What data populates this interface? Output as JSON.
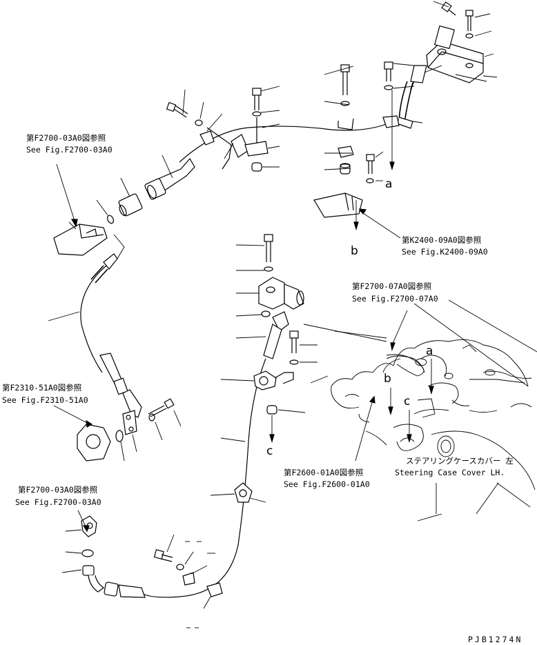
{
  "refs": {
    "f2700_03a0_top": {
      "jp": "第F2700-03A0図参照",
      "en": "See Fig.F2700-03A0"
    },
    "k2400_09a0": {
      "jp": "第K2400-09A0図参照",
      "en": "See Fig.K2400-09A0"
    },
    "f2700_07a0": {
      "jp": "第F2700-07A0図参照",
      "en": "See Fig.F2700-07A0"
    },
    "f2310_51a0": {
      "jp": "第F2310-51A0図参照",
      "en": "See Fig.F2310-51A0"
    },
    "f2600_01a0": {
      "jp": "第F2600-01A0図参照",
      "en": "See Fig.F2600-01A0"
    },
    "f2700_03a0_bottom": {
      "jp": "第F2700-03A0図参照",
      "en": "See Fig.F2700-03A0"
    }
  },
  "steering_case_cover": {
    "jp": "ステアリングケースカバー 左",
    "en": "Steering Case Cover LH."
  },
  "markers": {
    "a": "a",
    "b": "b",
    "c": "c"
  },
  "drawing_code": "PJB1274N"
}
